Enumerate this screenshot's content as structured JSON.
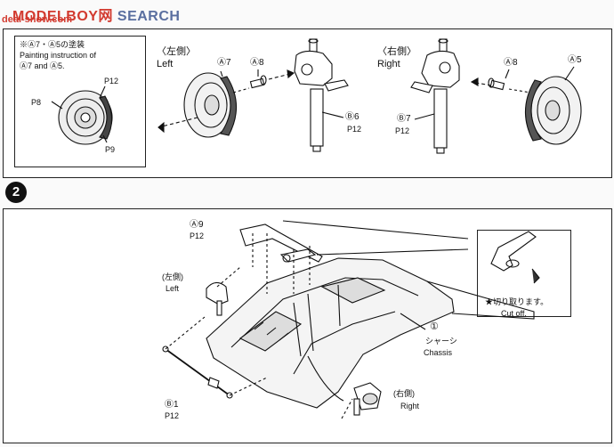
{
  "watermark": {
    "brand": "MODELBOY网",
    "search": "SEARCH",
    "sub": "deal-show.com"
  },
  "step1": {
    "inset": {
      "line1": "※Ⓐ7・Ⓐ5の塗装",
      "line2": "Painting instruction of",
      "line3": "Ⓐ7 and Ⓐ5.",
      "callout_p12": "P12",
      "callout_p8": "P8",
      "callout_p9": "P9"
    },
    "left": {
      "jp": "〈左側〉",
      "en": "Left",
      "part_a7": "Ⓐ7",
      "part_a8": "Ⓐ8",
      "part_b6": "Ⓑ6",
      "paint_b6": "P12"
    },
    "right": {
      "jp": "〈右側〉",
      "en": "Right",
      "part_a8": "Ⓐ8",
      "part_a5": "Ⓐ5",
      "part_b7": "Ⓑ7",
      "paint_b7": "P12"
    }
  },
  "step2": {
    "number": "2",
    "part_a9": "Ⓐ9",
    "paint_a9": "P12",
    "left_jp": "(左側)",
    "left_en": "Left",
    "right_jp": "(右側)",
    "right_en": "Right",
    "part_b1": "Ⓑ1",
    "paint_b1": "P12",
    "chassis_num": "①",
    "chassis_jp": "シャーシ",
    "chassis_en": "Chassis",
    "cut_jp": "★切り取ります。",
    "cut_en": "Cut off."
  }
}
